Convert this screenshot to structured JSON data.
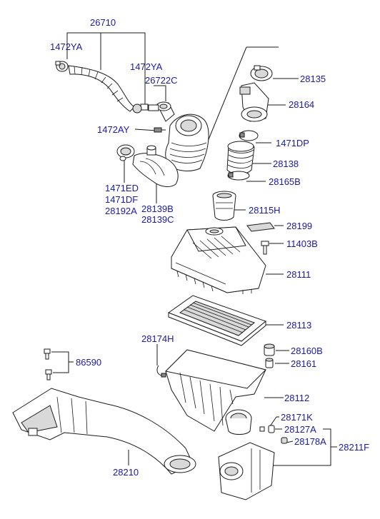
{
  "diagram": {
    "labels": [
      {
        "key": "p26710",
        "text": "26710"
      },
      {
        "key": "p1472ya_l",
        "text": "1472YA"
      },
      {
        "key": "p1472ya_r",
        "text": "1472YA"
      },
      {
        "key": "p26722c",
        "text": "26722C"
      },
      {
        "key": "p1472ay",
        "text": "1472AY"
      },
      {
        "key": "p1471ed",
        "text": "1471ED"
      },
      {
        "key": "p1471df",
        "text": "1471DF"
      },
      {
        "key": "p28192a",
        "text": "28192A"
      },
      {
        "key": "p28139b",
        "text": "28139B"
      },
      {
        "key": "p28139c",
        "text": "28139C"
      },
      {
        "key": "p28135",
        "text": "28135"
      },
      {
        "key": "p28164",
        "text": "28164"
      },
      {
        "key": "p1471dp",
        "text": "1471DP"
      },
      {
        "key": "p28138",
        "text": "28138"
      },
      {
        "key": "p28165b",
        "text": "28165B"
      },
      {
        "key": "p28115h",
        "text": "28115H"
      },
      {
        "key": "p28199",
        "text": "28199"
      },
      {
        "key": "p11403b",
        "text": "11403B"
      },
      {
        "key": "p28111",
        "text": "28111"
      },
      {
        "key": "p28113",
        "text": "28113"
      },
      {
        "key": "p28174h",
        "text": "28174H"
      },
      {
        "key": "p28160b",
        "text": "28160B"
      },
      {
        "key": "p28161",
        "text": "28161"
      },
      {
        "key": "p86590",
        "text": "86590"
      },
      {
        "key": "p28112",
        "text": "28112"
      },
      {
        "key": "p28171k",
        "text": "28171K"
      },
      {
        "key": "p28127a",
        "text": "28127A"
      },
      {
        "key": "p28178a",
        "text": "28178A"
      },
      {
        "key": "p28211f",
        "text": "28211F"
      },
      {
        "key": "p28210",
        "text": "28210"
      }
    ]
  }
}
